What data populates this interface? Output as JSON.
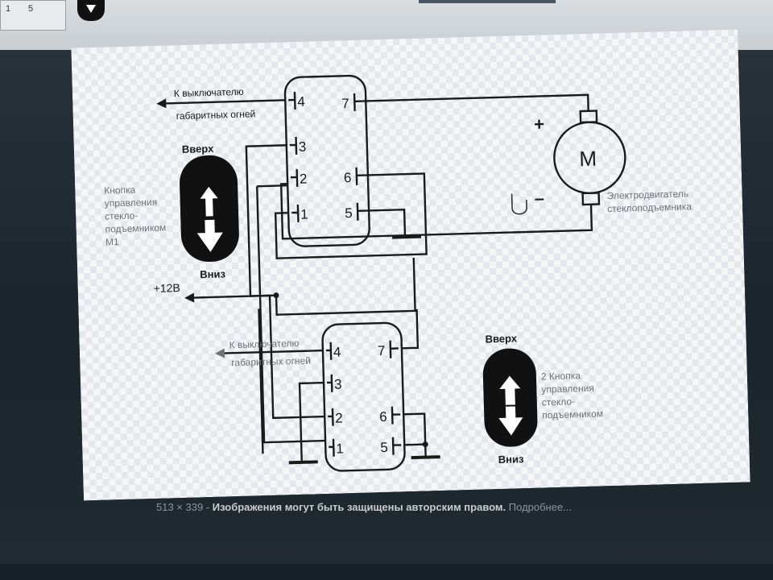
{
  "top_thumb": {
    "labels": [
      "1",
      "5"
    ]
  },
  "diagram": {
    "switch1_terminals": [
      "4",
      "7",
      "3",
      "2",
      "6",
      "1",
      "5"
    ],
    "switch2_terminals": [
      "4",
      "7",
      "3",
      "2",
      "6",
      "1",
      "5"
    ],
    "label_marker_lamps_top": [
      "К выключателю",
      "габаритных огней"
    ],
    "label_marker_lamps_bottom": [
      "К выключателю",
      "габаритных огней"
    ],
    "button1": {
      "up": "Вверх",
      "down": "Вниз",
      "label": [
        "Кнопка",
        "управления",
        "стекло-",
        "подъемником",
        "М1"
      ]
    },
    "button2": {
      "up": "Вверх",
      "down": "Вниз",
      "label": [
        "2  Кнопка",
        "управления",
        "стекло-",
        "подъемником"
      ]
    },
    "motor": {
      "symbol": "M",
      "plus": "+",
      "minus": "–",
      "label": [
        "Электродвигатель",
        "стеклоподъемника"
      ]
    },
    "supply": "+12В"
  },
  "caption": {
    "size": "513 × 339",
    "separator": " - ",
    "notice": "Изображения могут быть защищены авторским правом.",
    "more": "Подробнее..."
  },
  "colors": {
    "line": "#1a1a1a",
    "panel": "#f5f6f7",
    "checker": "#e4e8ec",
    "label_gray": "#6e7277"
  }
}
